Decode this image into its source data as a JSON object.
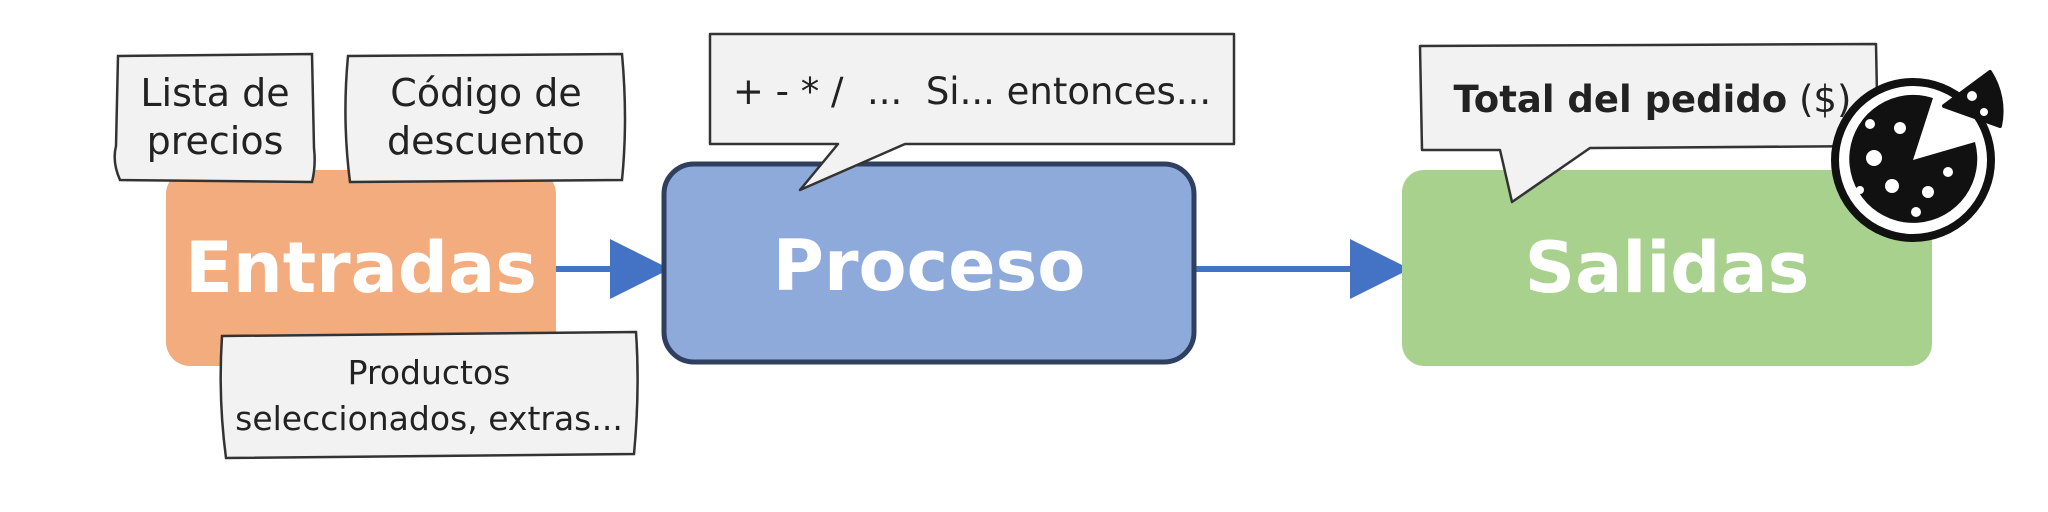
{
  "entradas": {
    "label": "Entradas",
    "color": "#f2ac7e",
    "notes": {
      "price_list": [
        "Lista de",
        "precios"
      ],
      "discount_code": [
        "Código de",
        "descuento"
      ],
      "products": [
        "Productos",
        "seleccionados, extras..."
      ]
    }
  },
  "proceso": {
    "label": "Proceso",
    "color": "#8eaadb",
    "border_color": "#2f3f5f",
    "callout": "+ - * /  ...  Si... entonces..."
  },
  "salidas": {
    "label": "Salidas",
    "color": "#a9d18e",
    "callout": {
      "bold": "Total del pedido",
      "rest": " ($)"
    },
    "icon": "pizza-icon"
  },
  "colors": {
    "arrow": "#4472c4",
    "note_fill": "#f2f2f2",
    "note_stroke": "#333333"
  }
}
